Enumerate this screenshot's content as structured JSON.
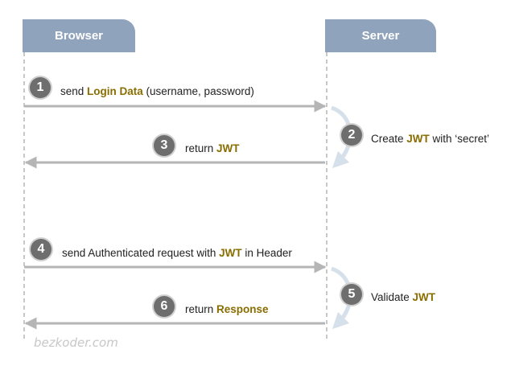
{
  "colors": {
    "header": "#8fa3bc",
    "arrow": "#b5b5b5",
    "highlight": "#8a6d00",
    "badge": "#6e6e6e"
  },
  "actors": {
    "browser": "Browser",
    "server": "Server"
  },
  "steps": [
    {
      "num": "1",
      "pre": "send ",
      "hl": "Login Data",
      "post": " (username, password)"
    },
    {
      "num": "2",
      "pre": "Create ",
      "hl": "JWT",
      "post": " with ‘secret’"
    },
    {
      "num": "3",
      "pre": "return ",
      "hl": "JWT",
      "post": ""
    },
    {
      "num": "4",
      "pre": "send Authenticated request with ",
      "hl": "JWT",
      "post": " in Header"
    },
    {
      "num": "5",
      "pre": "Validate ",
      "hl": "JWT",
      "post": ""
    },
    {
      "num": "6",
      "pre": "return ",
      "hl": "Response",
      "post": ""
    }
  ],
  "watermark": "bezkoder.com"
}
